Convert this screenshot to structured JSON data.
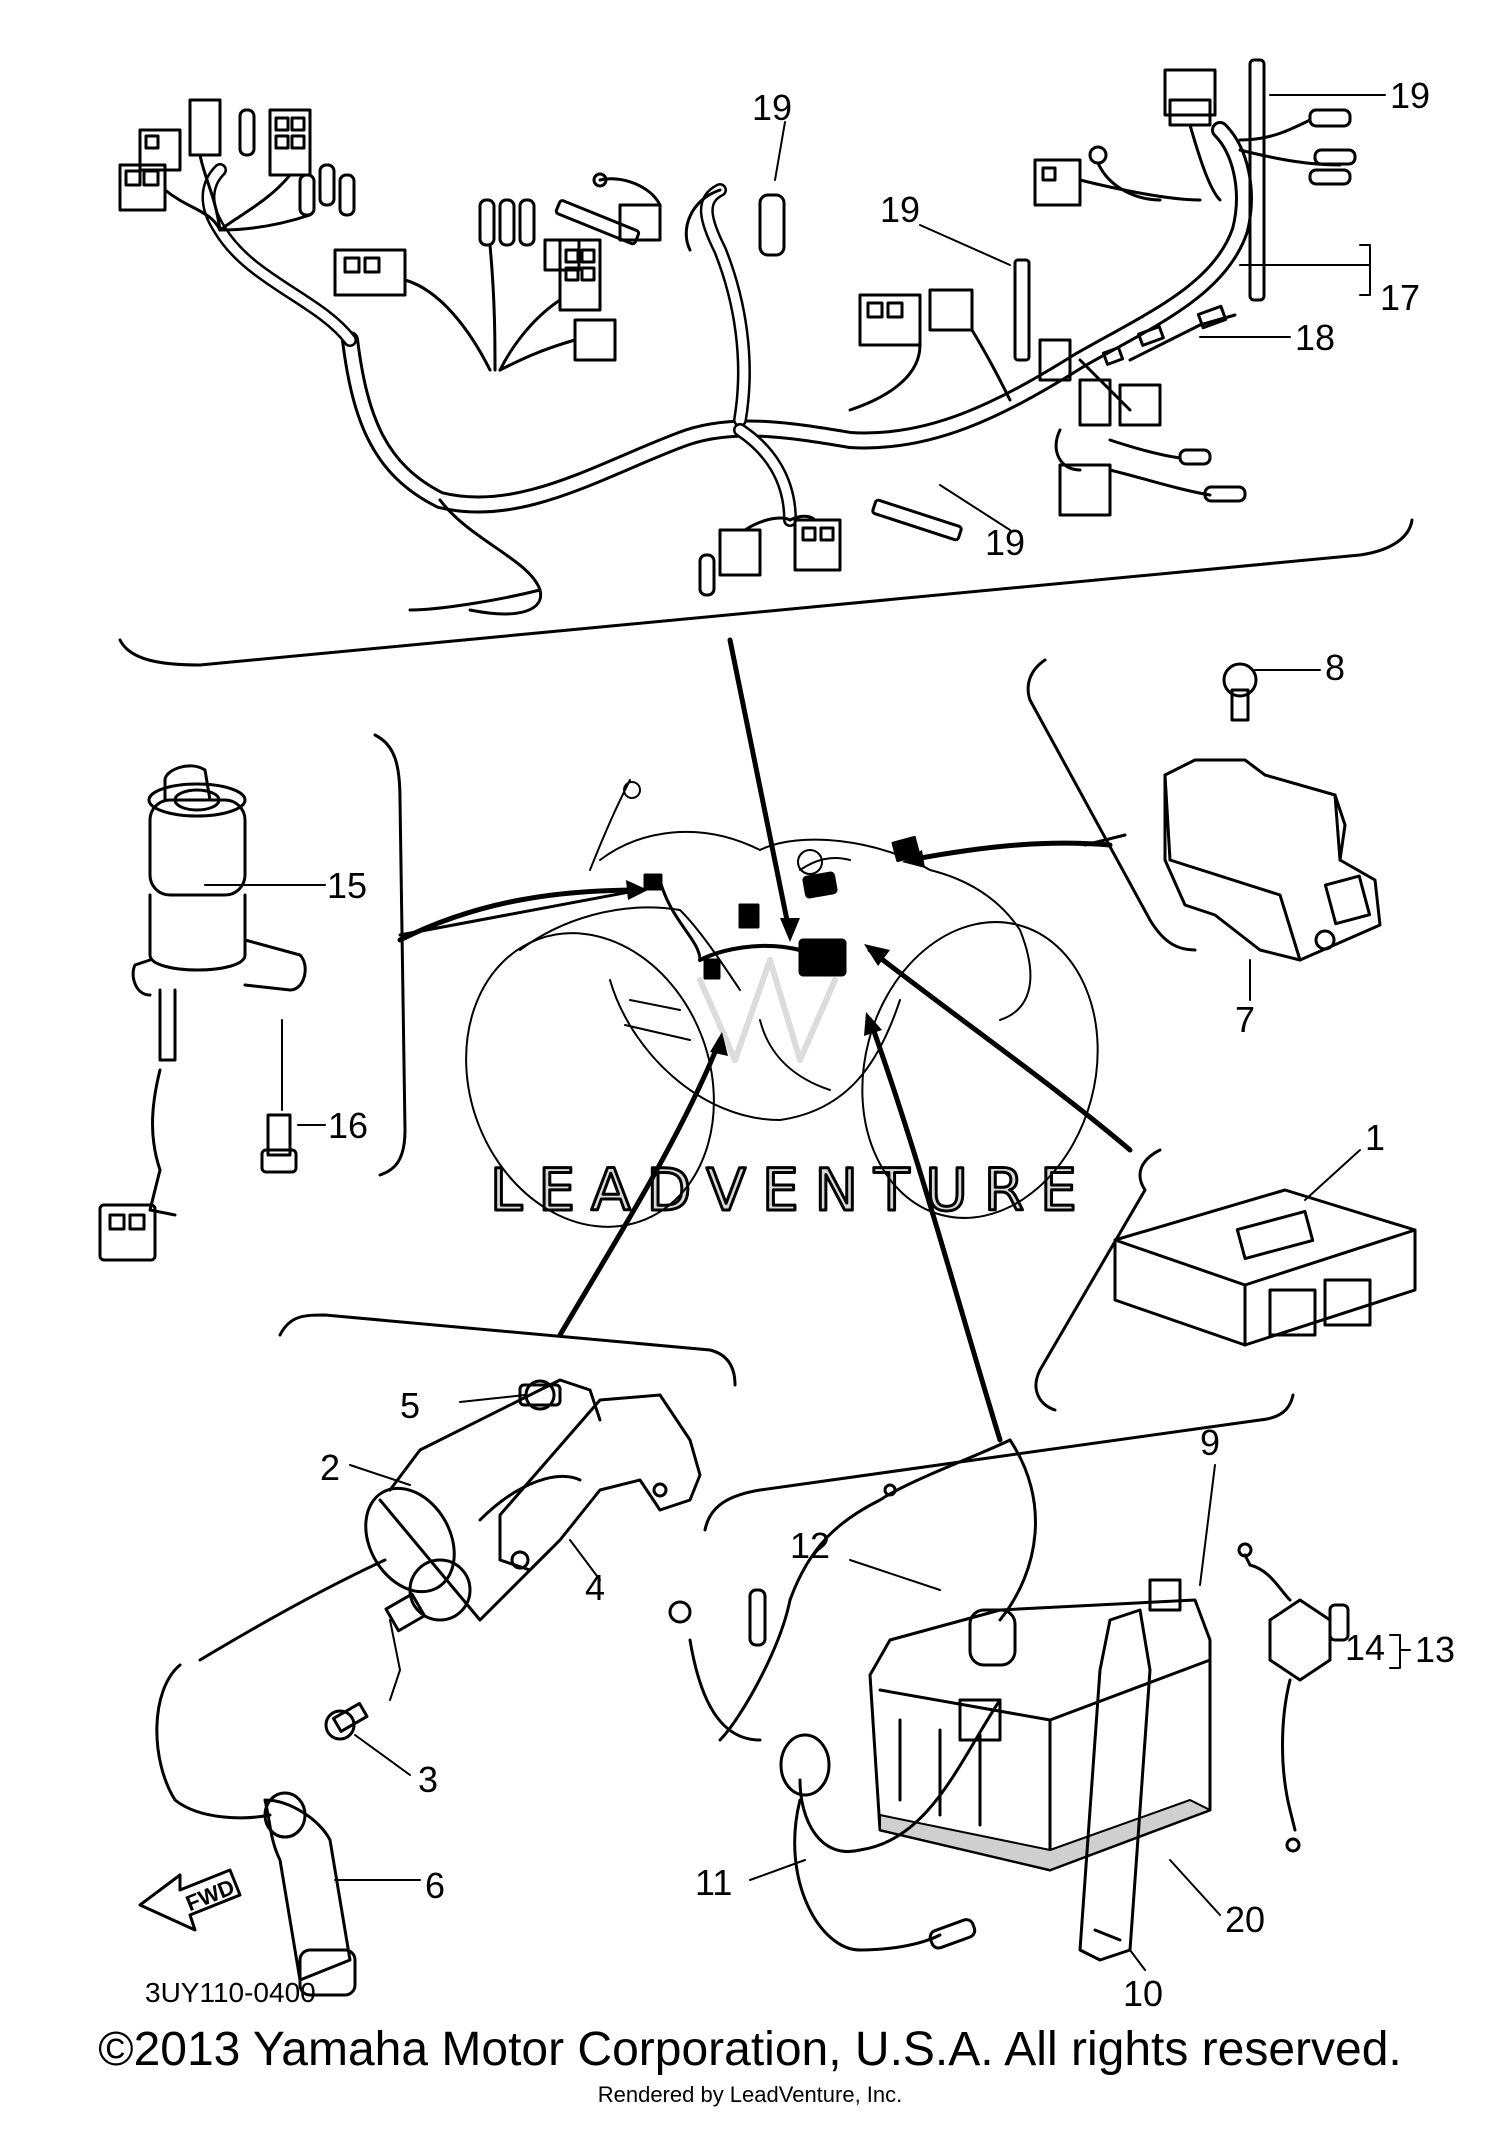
{
  "diagram": {
    "code": "3UY110-0400",
    "watermark": "LEADVENTURE",
    "fwd_label": "FWD"
  },
  "callouts": {
    "n1": "1",
    "n2": "2",
    "n3": "3",
    "n4": "4",
    "n5": "5",
    "n6": "6",
    "n7": "7",
    "n8": "8",
    "n9": "9",
    "n10": "10",
    "n11": "11",
    "n12": "12",
    "n13": "13",
    "n14": "14",
    "n15": "15",
    "n16": "16",
    "n17": "17",
    "n18": "18",
    "n19": "19",
    "n20": "20"
  },
  "footer": {
    "copyright": "©2013 Yamaha Motor Corporation, U.S.A. All rights reserved.",
    "rendered": "Rendered by LeadVenture, Inc."
  }
}
